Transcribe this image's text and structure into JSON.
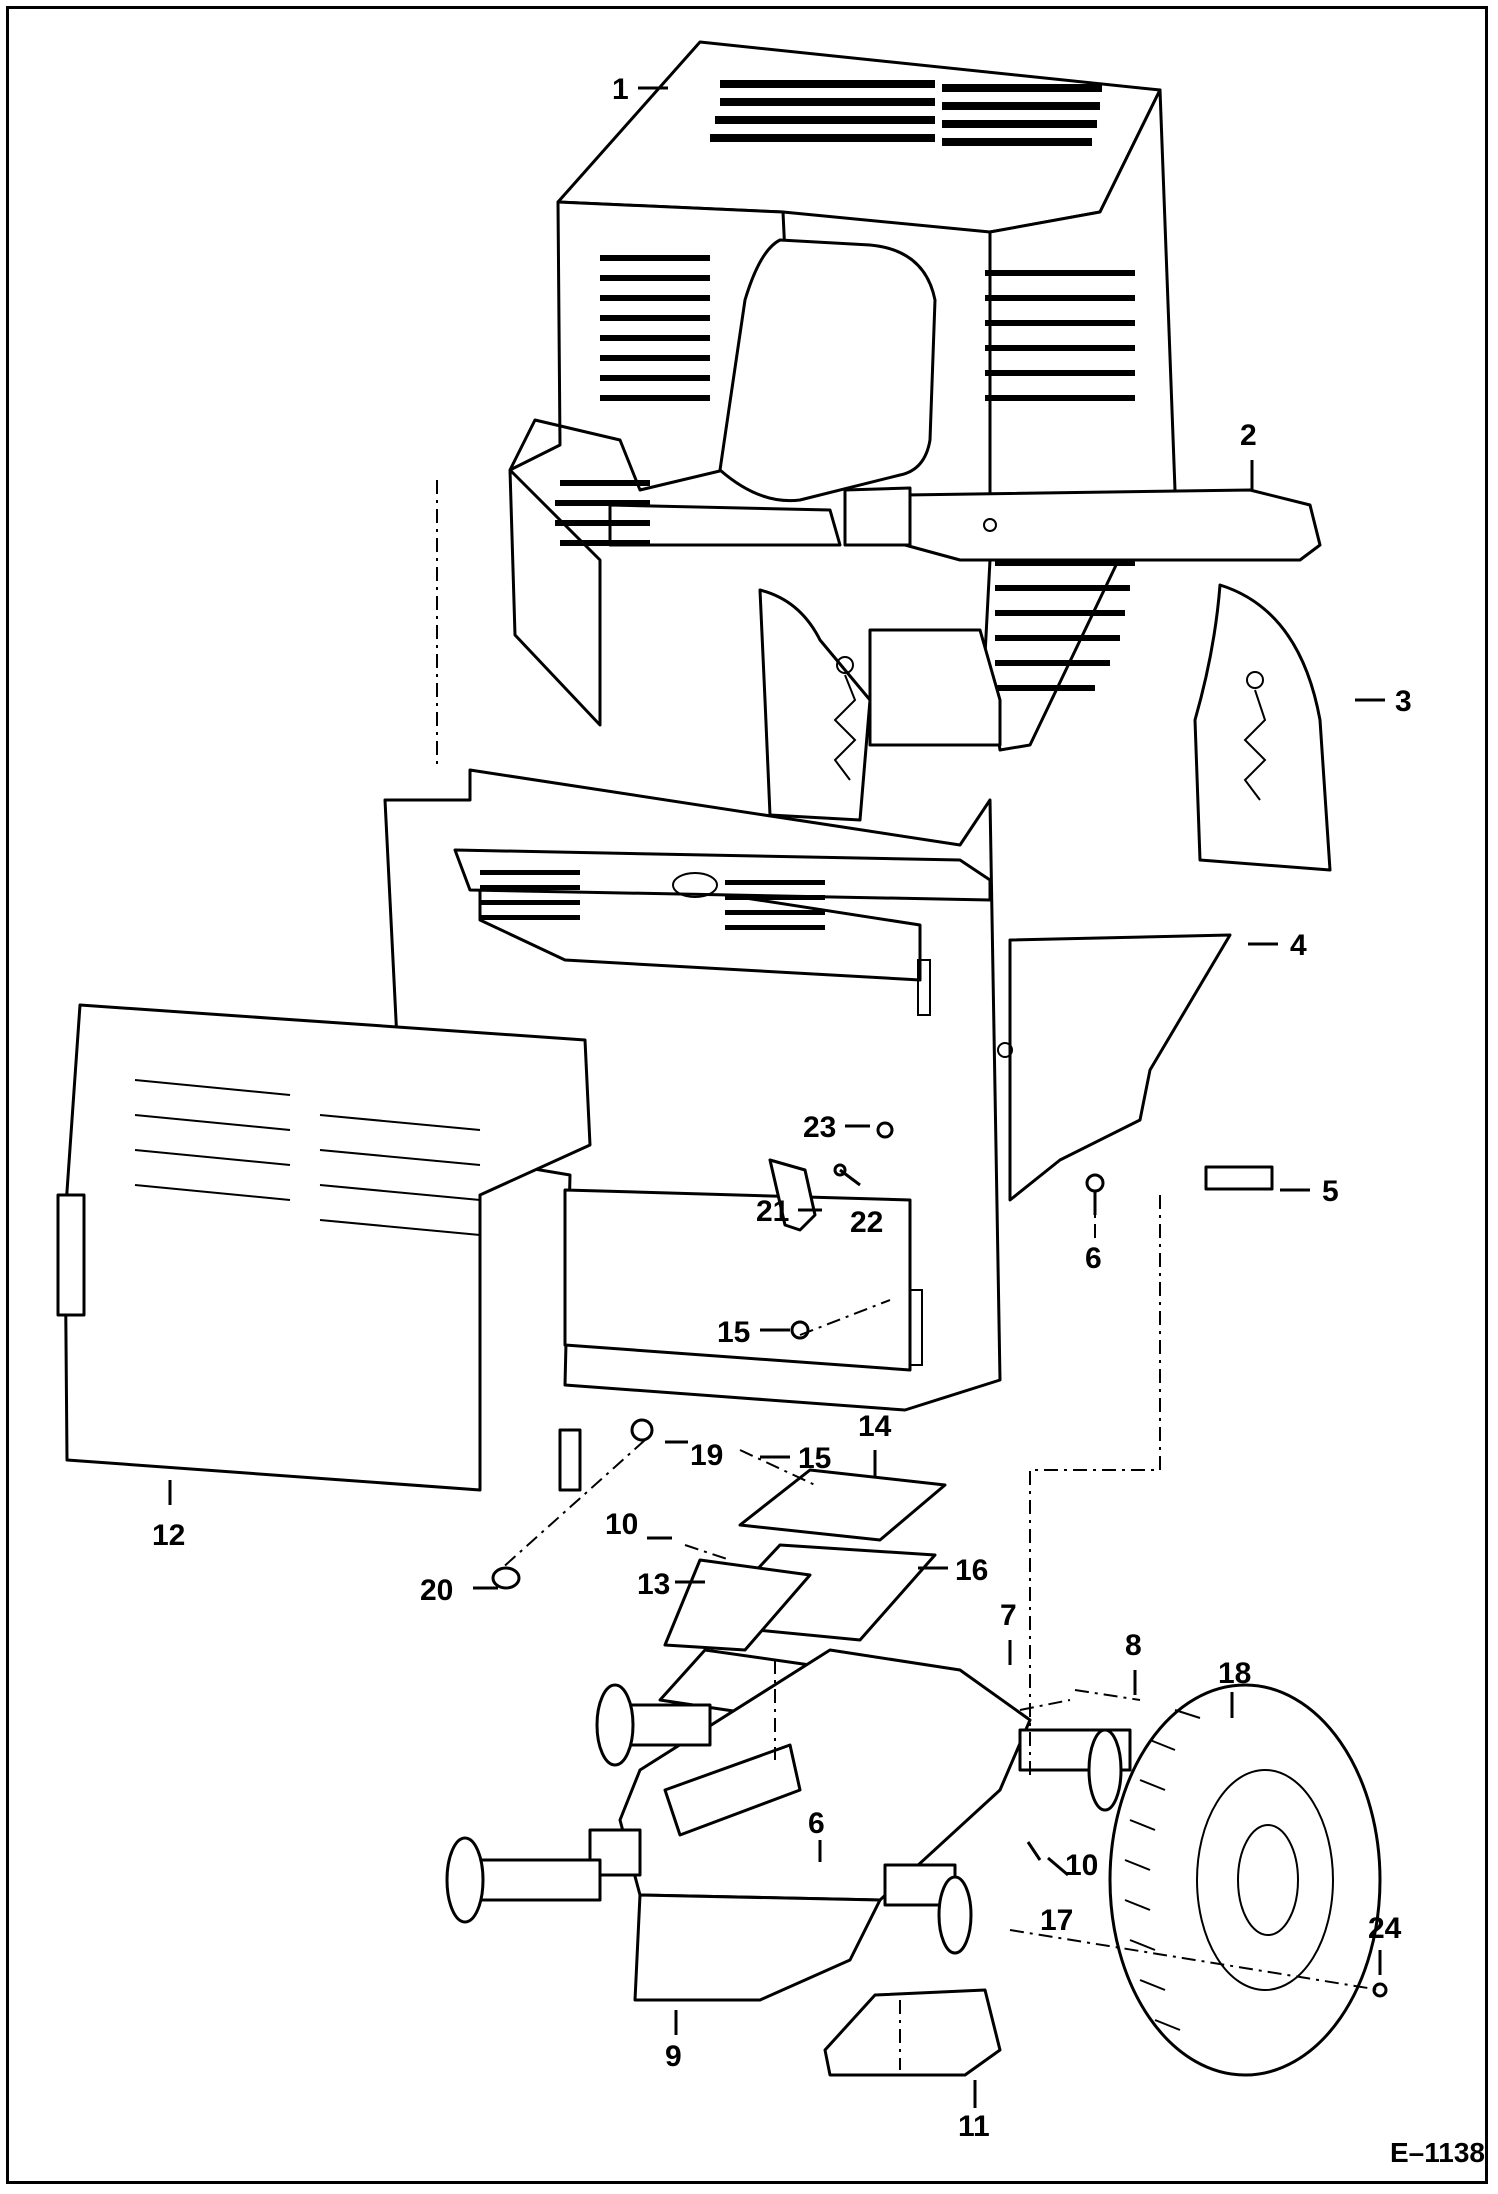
{
  "figure_id": "E–1138",
  "callouts": [
    {
      "id": "c1",
      "text": "1"
    },
    {
      "id": "c2",
      "text": "2"
    },
    {
      "id": "c3",
      "text": "3"
    },
    {
      "id": "c4",
      "text": "4"
    },
    {
      "id": "c5",
      "text": "5"
    },
    {
      "id": "c6a",
      "text": "6"
    },
    {
      "id": "c6b",
      "text": "6"
    },
    {
      "id": "c7",
      "text": "7"
    },
    {
      "id": "c8",
      "text": "8"
    },
    {
      "id": "c9",
      "text": "9"
    },
    {
      "id": "c10a",
      "text": "10"
    },
    {
      "id": "c10b",
      "text": "10"
    },
    {
      "id": "c11",
      "text": "11"
    },
    {
      "id": "c12",
      "text": "12"
    },
    {
      "id": "c13",
      "text": "13"
    },
    {
      "id": "c14",
      "text": "14"
    },
    {
      "id": "c15a",
      "text": "15"
    },
    {
      "id": "c15b",
      "text": "15"
    },
    {
      "id": "c16",
      "text": "16"
    },
    {
      "id": "c17",
      "text": "17"
    },
    {
      "id": "c18",
      "text": "18"
    },
    {
      "id": "c19",
      "text": "19"
    },
    {
      "id": "c20",
      "text": "20"
    },
    {
      "id": "c21",
      "text": "21"
    },
    {
      "id": "c22",
      "text": "22"
    },
    {
      "id": "c23",
      "text": "23"
    },
    {
      "id": "c24",
      "text": "24"
    }
  ]
}
